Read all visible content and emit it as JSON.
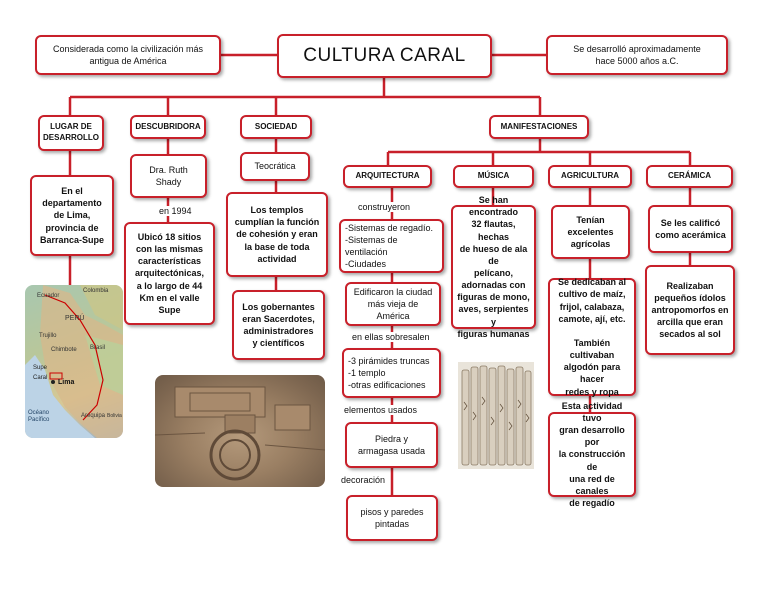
{
  "title": "CULTURA CARAL",
  "intro_left": "Considerada como la civilización más\nantigua de América",
  "intro_right": "Se desarrolló aproximadamente\nhace 5000 años a.C.",
  "lugar": {
    "header": "LUGAR DE\nDESARROLLO",
    "text": "En el\ndepartamento\nde Lima,\nprovincia de\nBarranca-Supe",
    "map_labels": [
      "Ecuador",
      "Colombia",
      "PERÚ",
      "Brasil",
      "Trujillo",
      "Chimbote",
      "Supe",
      "Caral",
      "Lima",
      "Arequipa",
      "Océano\nPacífico",
      "Bolivia"
    ]
  },
  "descubridora": {
    "header": "DESCUBRIDORA",
    "name": "Dra. Ruth\nShady",
    "connector": "en   1994",
    "text": "Ubicó 18 sitios\ncon las mismas\ncaracterísticas\narquitectónicas,\na lo largo de 44\nKm en el valle\nSupe"
  },
  "sociedad": {
    "header": "SOCIEDAD",
    "type": "Teocrática",
    "temples": "Los templos\ncumplían la función\nde cohesión y eran\nla base de toda\nactividad",
    "rulers": "Los gobernantes\neran Sacerdotes,\nadministradores\ny científicos"
  },
  "manifestaciones": {
    "header": "MANIFESTACIONES",
    "arquitectura": {
      "header": "ARQUITECTURA",
      "connector1": "construyeron",
      "systems": "-Sistemas de regadío.\n-Sistemas de ventilación\n-Ciudades",
      "city": "Edificaron la ciudad\nmás vieja de América",
      "connector2": "en ellas   sobresalen",
      "buildings": "-3 pirámides truncas\n-1 templo\n-otras edificaciones",
      "connector3": "elementos   usados",
      "materials": "Piedra y\narmagasa usada",
      "connector4": "decoración",
      "decoration": "pisos y paredes\npintadas"
    },
    "musica": {
      "header": "MÚSICA",
      "text": "Se han encontrado\n32 flautas, hechas\nde hueso de ala de\npelícano,\nadornadas con\nfiguras de mono,\naves, serpientes y\nfiguras humanas"
    },
    "agricultura": {
      "header": "AGRICULTURA",
      "text1": "Tenían\nexcelentes\nagrícolas",
      "text2": "Se dedicaban al\ncultivo de maíz,\nfrijol, calabaza,\ncamote, ají, etc.\n\nTambién cultivaban\nalgodón para hacer\nredes y ropa",
      "text3": "Esta actividad tuvo\ngran desarrollo por\nla construcción de\nuna red de canales\nde regadío"
    },
    "ceramica": {
      "header": "CERÁMICA",
      "text1": "Se les calificó\ncomo acerámica",
      "text2": "Realizaban\npequeños ídolos\nantropomorfos en\narcilla que eran\nsecados al sol"
    }
  },
  "colors": {
    "border": "#c8202a",
    "line": "#c8202a"
  }
}
